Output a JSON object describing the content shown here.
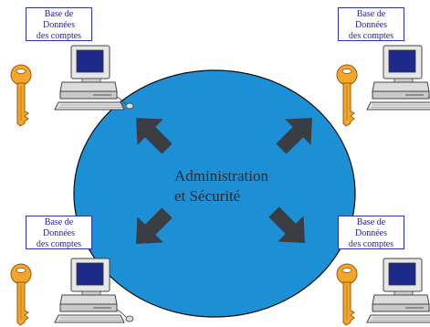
{
  "diagram": {
    "center": {
      "line1": "Administration",
      "line2": "et Sécurité",
      "color": "#1d8fd4"
    },
    "nodes": [
      {
        "id": "top-left",
        "line1": "Base de",
        "line2": "Données",
        "line3": "des comptes"
      },
      {
        "id": "top-right",
        "line1": "Base de",
        "line2": "Données",
        "line3": "des comptes"
      },
      {
        "id": "bottom-left",
        "line1": "Base de",
        "line2": "Données",
        "line3": "des comptes"
      },
      {
        "id": "bottom-right",
        "line1": "Base de",
        "line2": "Données",
        "line3": "des comptes"
      }
    ],
    "colors": {
      "arrow": "#3a3d42",
      "key": "#f2a62a",
      "label_text": "#2222aa",
      "label_border": "#2b35a8"
    }
  }
}
